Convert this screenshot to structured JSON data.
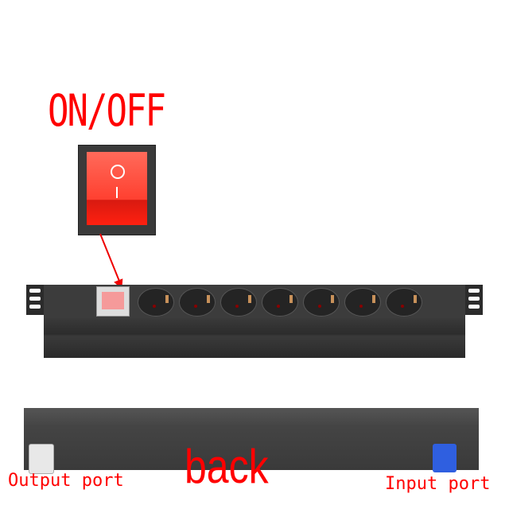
{
  "labels": {
    "switch": "ON/OFF",
    "back": "back",
    "output_port": "Output port",
    "input_port": "Input port"
  },
  "product": {
    "type": "rack-mount PDU",
    "sockets_count": 7,
    "switch_symbols": [
      "O",
      "I"
    ],
    "colors": {
      "label_red": "#ff0000",
      "switch_red": "#ff4030",
      "body": "#3a3a3a",
      "input_port": "#2f5fe0",
      "output_port": "#e8e8e8"
    }
  }
}
